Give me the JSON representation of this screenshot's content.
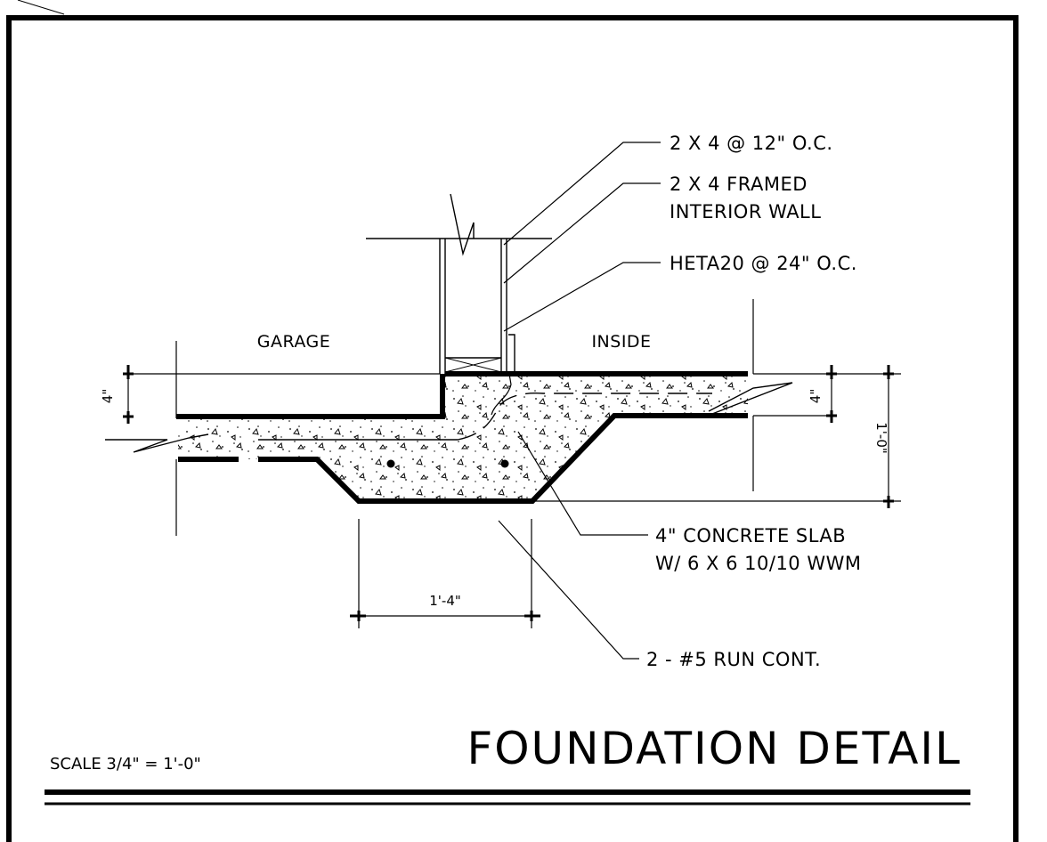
{
  "title": "FOUNDATION DETAIL",
  "scale": "SCALE 3/4\" = 1'-0\"",
  "rooms": {
    "left": "GARAGE",
    "right": "INSIDE"
  },
  "callouts": {
    "studs": "2 X 4 @ 12\" O.C.",
    "wall_line1": "2 X 4 FRAMED",
    "wall_line2": "INTERIOR WALL",
    "strap": "HETA20 @ 24\" O.C.",
    "slab_line1": "4\" CONCRETE SLAB",
    "slab_line2": "W/ 6 X 6  10/10 WWM",
    "rebar": "2 - #5 RUN CONT."
  },
  "dimensions": {
    "left_step": "4\"",
    "right_step": "4\"",
    "depth": "1'-0\"",
    "footing_width": "1'-4\""
  }
}
